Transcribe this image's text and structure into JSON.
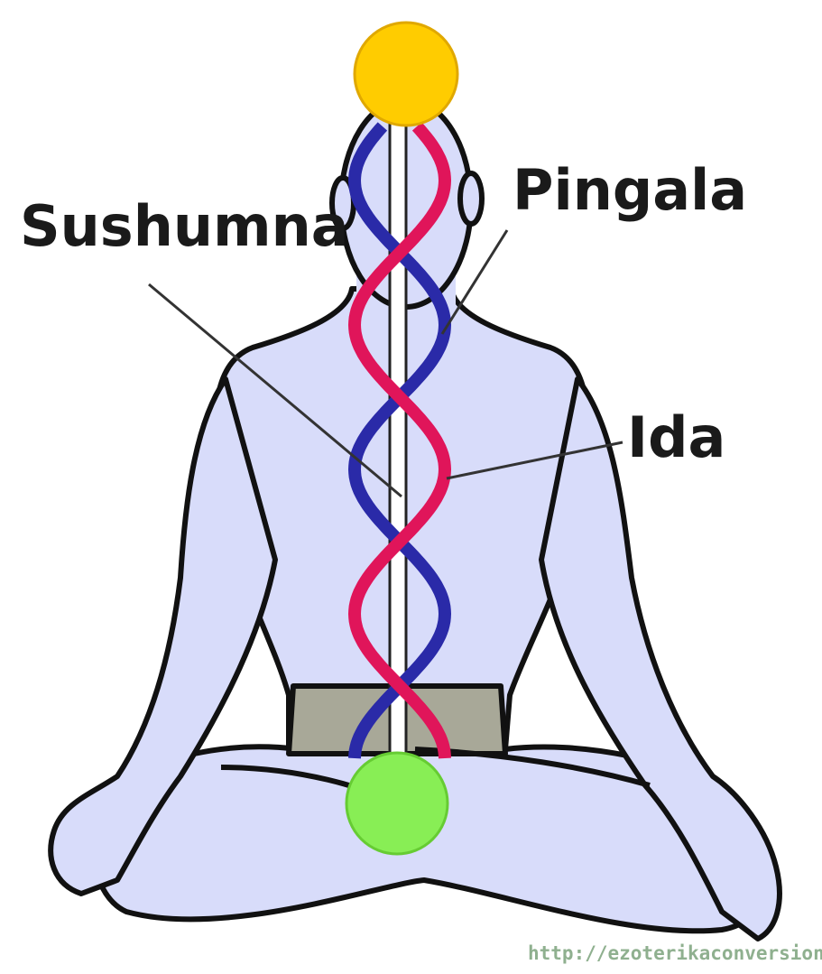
{
  "labels": {
    "sushumna": "Sushumna",
    "pingala": "Pingala",
    "ida": "Ida"
  },
  "watermark": "http://ezoterikaconversion.ru/",
  "colors": {
    "body_fill": "#d8dcfa",
    "crown_chakra": "#ffcc00",
    "root_chakra": "#88ee55",
    "ida_channel": "#2a2aa8",
    "pingala_channel": "#e0155a",
    "loincloth": "#a8a898"
  }
}
